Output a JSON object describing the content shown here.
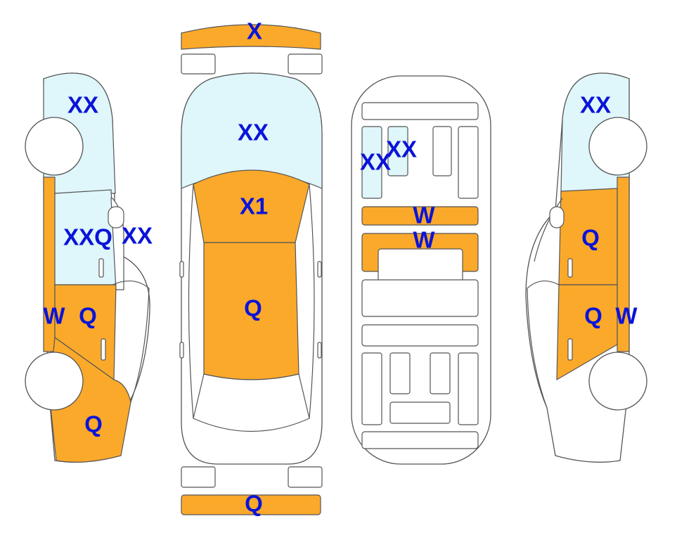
{
  "colors": {
    "label": "#0a14d8",
    "damaged": "#fba92b",
    "glass": "#dff6fb",
    "outline": "#555555"
  },
  "labels": {
    "front_bumper": "X",
    "top_windshield": "XX",
    "top_hood": "X1",
    "top_roof": "Q",
    "rear_bumper": "Q",
    "under_seat_a": "XX",
    "under_seat_b": "XX",
    "under_panel_1": "W",
    "under_panel_2": "W",
    "left_rear_window": "XX",
    "left_rear_glass": "XXQ",
    "left_front_glass": "XX",
    "left_pillar": "W",
    "left_rear_door": "Q",
    "left_front_fender": "Q",
    "right_window": "XX",
    "right_rear_door": "Q",
    "right_front_door": "Q",
    "right_pillar": "W"
  }
}
